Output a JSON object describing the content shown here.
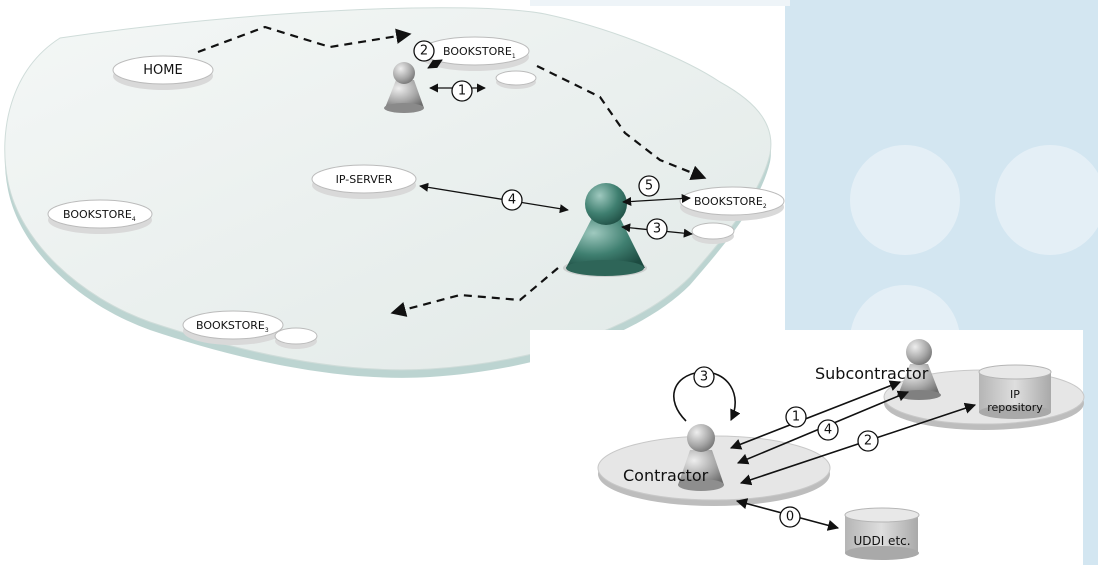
{
  "top_diagram": {
    "nodes": {
      "home": "HOME",
      "bookstore_1": "BOOKSTORE",
      "bookstore_1_sub": "1",
      "bookstore_2": "BOOKSTORE",
      "bookstore_2_sub": "2",
      "bookstore_3": "BOOKSTORE",
      "bookstore_3_sub": "3",
      "bookstore_4": "BOOKSTORE",
      "bookstore_4_sub": "4",
      "ip_server": "IP-SERVER"
    },
    "steps": [
      "1",
      "2",
      "3",
      "4",
      "5"
    ]
  },
  "bottom_diagram": {
    "contractor": "Contractor",
    "subcontractor": "Subcontractor",
    "ip_repository_line1": "IP",
    "ip_repository_line2": "repository",
    "uddi": "UDDI etc.",
    "steps": [
      "0",
      "1",
      "2",
      "3",
      "4"
    ]
  }
}
